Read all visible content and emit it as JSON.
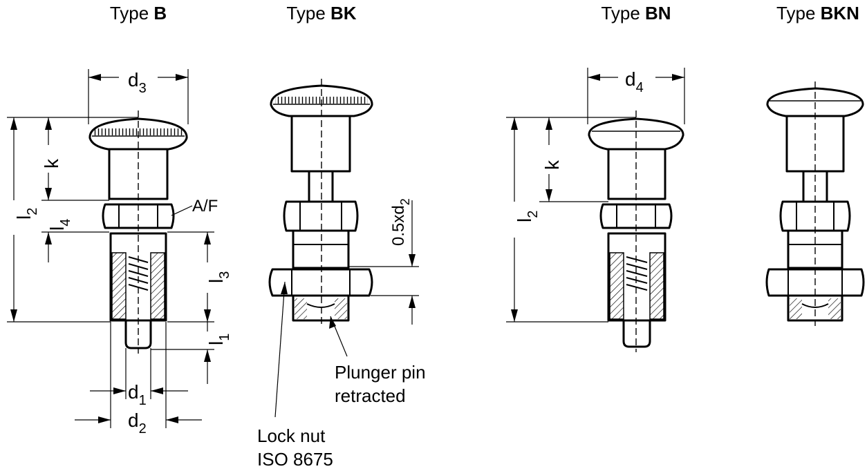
{
  "titles": {
    "b": {
      "prefix": "Type ",
      "bold": "B"
    },
    "bk": {
      "prefix": "Type ",
      "bold": "BK"
    },
    "bn": {
      "prefix": "Type ",
      "bold": "BN"
    },
    "bkn": {
      "prefix": "Type ",
      "bold": "BKN"
    }
  },
  "dims": {
    "d3": {
      "main": "d",
      "sub": "3"
    },
    "d4": {
      "main": "d",
      "sub": "4"
    },
    "d1": {
      "main": "d",
      "sub": "1"
    },
    "d2": {
      "main": "d",
      "sub": "2"
    },
    "l1": {
      "main": "l",
      "sub": "1"
    },
    "l2": {
      "main": "l",
      "sub": "2"
    },
    "l3": {
      "main": "l",
      "sub": "3"
    },
    "l4": {
      "main": "l",
      "sub": "4"
    },
    "k": "k",
    "af": "A/F",
    "half_d2": {
      "main": "0.5xd",
      "sub": "2"
    }
  },
  "callouts": {
    "plunger_line1": "Plunger pin",
    "plunger_line2": "retracted",
    "locknut_line1": "Lock nut",
    "locknut_line2": "ISO 8675"
  }
}
